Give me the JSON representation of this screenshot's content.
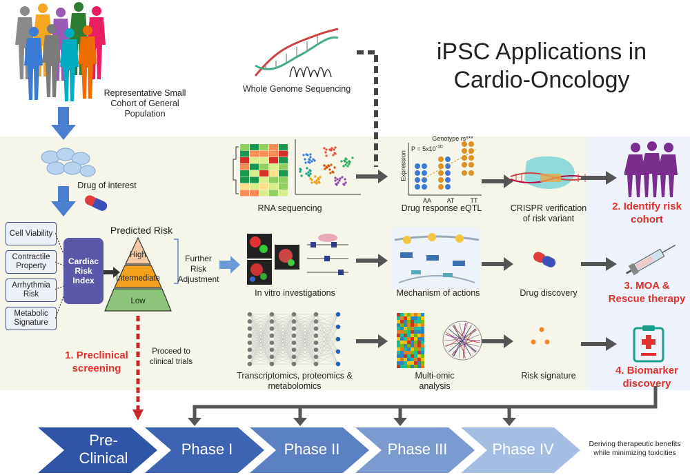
{
  "title": "iPSC Applications in Cardio-Oncology",
  "top": {
    "cohort_label": "Representative Small Cohort of General Population",
    "cells_label": "Drug of interest",
    "wgs_label": "Whole Genome Sequencing"
  },
  "risk_index": {
    "label": "Cardiac Risk Index",
    "inputs": [
      "Cell Viability",
      "Contractile Property",
      "Arrhythmia Risk",
      "Metabolic Signature"
    ]
  },
  "pyramid": {
    "title": "Predicted Risk",
    "levels": [
      "High",
      "Intermediate",
      "Low"
    ],
    "adjust_label": "Further Risk Adjustment"
  },
  "row1": {
    "rna": "RNA sequencing",
    "eqtl": "Drug response eQTL",
    "eqtl_genotype": "Genotype rs***",
    "eqtl_p": "P = 5x10",
    "eqtl_p_exp": "-10",
    "eqtl_ylabel": "Expression",
    "eqtl_groups": [
      "AA",
      "AT",
      "TT"
    ],
    "crispr": "CRISPR verification of risk variant"
  },
  "row2": {
    "invitro": "In vitro investigations",
    "moa": "Mechanism of actions",
    "drugdisc": "Drug discovery"
  },
  "row3": {
    "omics": "Transcriptomics, proteomics & metabolomics",
    "multiomic": "Multi-omic analysis",
    "risksig": "Risk signature"
  },
  "outcomes": {
    "o2": "2. Identify risk cohort",
    "o3": "3. MOA & Rescue therapy",
    "o4": "4. Biomarker discovery",
    "o1": "1. Preclinical screening",
    "proceed": "Proceed to clinical trials"
  },
  "phases": [
    "Pre-Clinical",
    "Phase I",
    "Phase II",
    "Phase III",
    "Phase IV"
  ],
  "footer_note": "Deriving therapeutic benefits while minimizing toxicities",
  "colors": {
    "accent_red": "#e0302c",
    "panel_bg": "#f5f5e9",
    "arrow_gray": "#555555",
    "chevrons": [
      "#2f56a6",
      "#3d63b3",
      "#5b80c4",
      "#7b9ad0",
      "#a6bde3"
    ],
    "people_purple": "#7a2d8e",
    "index_box": "#5a56a8"
  },
  "icons": [
    "people-crowd-icon",
    "cell-cluster-icon",
    "capsule-icon",
    "dna-icon",
    "heatmap-icon",
    "scatter-tsne-icon",
    "crispr-icon",
    "people-purple-icon",
    "syringe-icon",
    "clipboard-icon",
    "network-icon",
    "circos-icon"
  ]
}
